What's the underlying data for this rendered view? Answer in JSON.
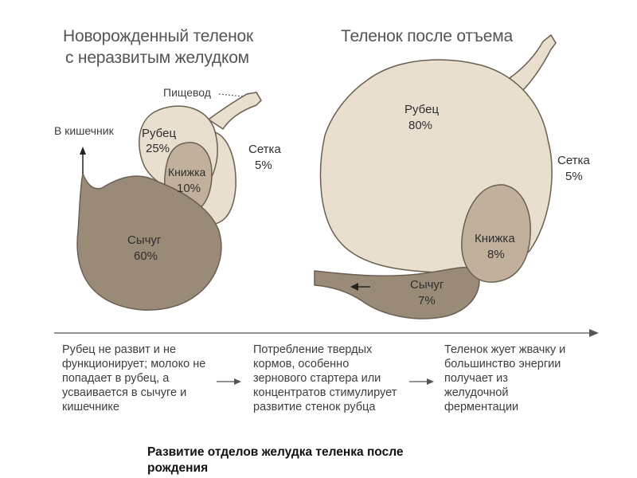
{
  "headings": {
    "newborn": [
      "Новорожденный теленок",
      "с неразвитым желудком"
    ],
    "weaned": "Теленок после отъема"
  },
  "newborn": {
    "esophagus": "Пищевод",
    "intestine": "В кишечник",
    "rumen": {
      "name": "Рубец",
      "pct": "25%"
    },
    "reticulum": {
      "name": "Сетка",
      "pct": "5%"
    },
    "omasum": {
      "name": "Книжка",
      "pct": "10%"
    },
    "abomasum": {
      "name": "Сычуг",
      "pct": "60%"
    }
  },
  "weaned": {
    "rumen": {
      "name": "Рубец",
      "pct": "80%"
    },
    "reticulum": {
      "name": "Сетка",
      "pct": "5%"
    },
    "omasum": {
      "name": "Книжка",
      "pct": "8%"
    },
    "abomasum": {
      "name": "Сычуг",
      "pct": "7%"
    }
  },
  "steps": [
    [
      "Рубец не развит и не",
      "функционирует; молоко не",
      "попадает в рубец, а",
      "усваивается в сычуге и",
      "кишечнике"
    ],
    [
      "Потребление твердых",
      "кормов, особенно",
      "зернового стартера или",
      "концентратов стимулирует",
      "развитие стенок рубца"
    ],
    [
      "Теленок жует жвачку и",
      "большинство энергии",
      "получает из",
      "желудочной",
      "ферментации"
    ]
  ],
  "caption": [
    "Развитие отделов желудка теленка после",
    "рождения"
  ],
  "colors": {
    "rumen_fill": "#e8dfcf",
    "abomasum_fill": "#9a8b79",
    "omasum_fill": "#c1b09b",
    "outline": "#6b5f52"
  }
}
